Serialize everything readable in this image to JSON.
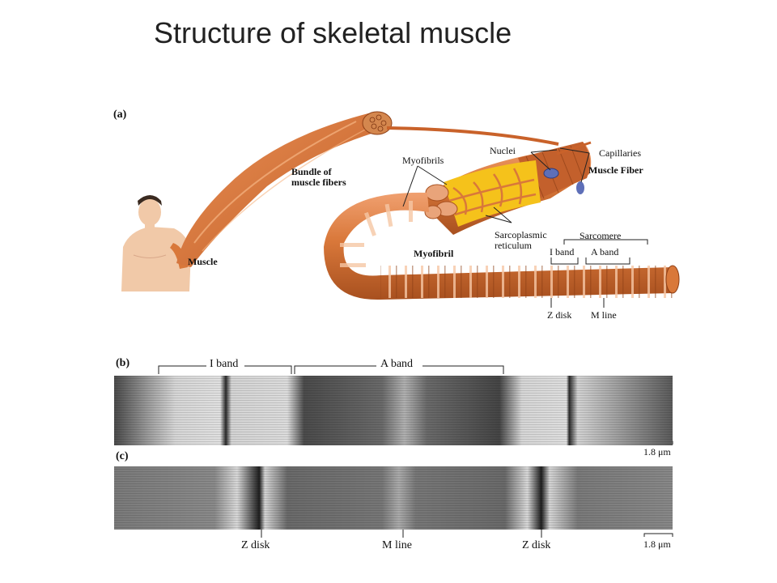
{
  "title": "Structure of skeletal muscle",
  "panel_a": {
    "letter": "(a)",
    "labels": {
      "muscle": "Muscle",
      "bundle": "Bundle of\nmuscle fibers",
      "myofibrils": "Myofibrils",
      "nuclei": "Nuclei",
      "capillaries": "Capillaries",
      "muscle_fiber": "Muscle Fiber",
      "sarcoplasmic": "Sarcoplasmic\nreticulum",
      "sarcomere": "Sarcomere",
      "myofibril": "Myofibril",
      "i_band": "I band",
      "a_band": "A band",
      "z_disk": "Z disk",
      "m_line": "M line"
    }
  },
  "panel_b": {
    "letter": "(b)",
    "i_band": "I band",
    "a_band": "A band",
    "scale": "1.8 μm"
  },
  "panel_c": {
    "letter": "(c)",
    "z_disk_left": "Z disk",
    "m_line": "M line",
    "z_disk_right": "Z disk",
    "scale": "1.8 μm"
  },
  "colors": {
    "muscle": "#d9783a",
    "muscle_dark": "#a8501f",
    "skin": "#f1c9a8",
    "reticulum": "#f5c21b",
    "nucleus": "#5e6fb8"
  }
}
